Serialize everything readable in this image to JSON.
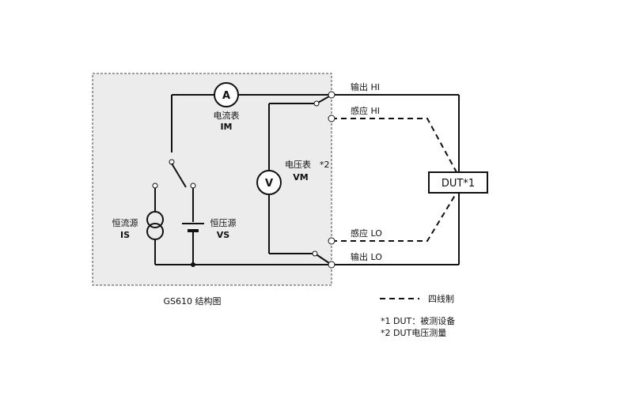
{
  "diagram": {
    "frame_label": "GS610 结构图",
    "ammeter": {
      "symbol": "A",
      "name": "电流表",
      "code": "IM"
    },
    "voltmeter": {
      "symbol": "V",
      "name": "电压表",
      "code": "VM",
      "note": "*2"
    },
    "current_source": {
      "name": "恒流源",
      "code": "IS"
    },
    "voltage_source": {
      "name": "恒压源",
      "code": "VS"
    },
    "terminals": {
      "out_hi": "输出 HI",
      "sense_hi": "感应 HI",
      "sense_lo": "感应 LO",
      "out_lo": "输出 LO"
    },
    "dut_label": "DUT*1"
  },
  "legend": {
    "four_wire": "四线制",
    "note1": "*1 DUT：被测设备",
    "note2": "*2 DUT电压测量"
  }
}
